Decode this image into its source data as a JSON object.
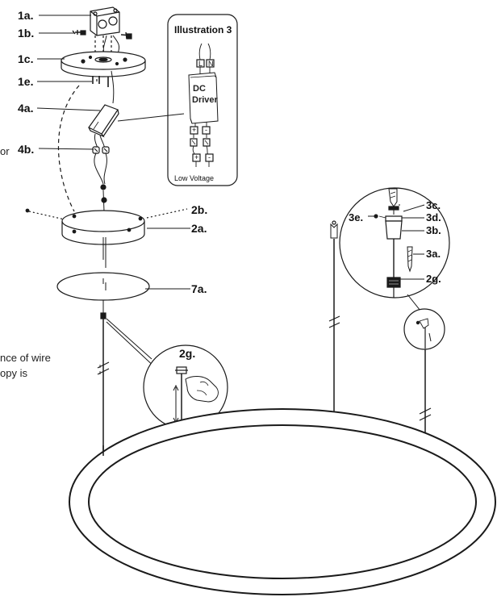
{
  "labels": {
    "l1a": "1a.",
    "l1b": "1b.",
    "l1c": "1c.",
    "l1e": "1e.",
    "l4a": "4a.",
    "l4b": "4b.",
    "l2b": "2b.",
    "l2a": "2a.",
    "l7a": "7a.",
    "l2g_zoom": "2g.",
    "l3c": "3c.",
    "l3d": "3d.",
    "l3e": "3e.",
    "l3b": "3b.",
    "l3a": "3a.",
    "l2g_detail": "2g."
  },
  "fragments": {
    "or": "or",
    "wire_line1": "nce of wire",
    "wire_line2": "opy is"
  },
  "illustration": {
    "title": "Illustration 3",
    "terminal_l": "L",
    "terminal_n": "N",
    "driver_line1": "DC",
    "driver_line2": "Driver",
    "plus": "+",
    "minus": "-",
    "footer": "Low Voltage"
  },
  "colors": {
    "line": "#1a1a1a",
    "paper": "#ffffff"
  }
}
